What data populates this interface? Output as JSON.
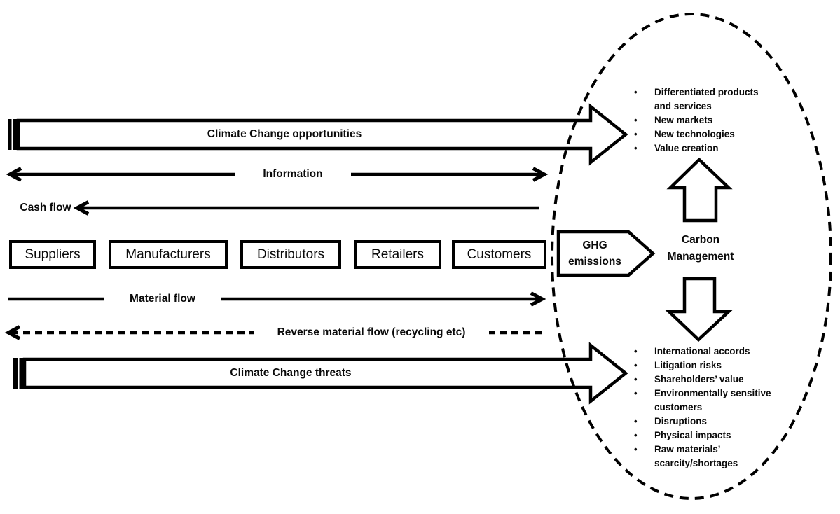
{
  "colors": {
    "ink": "#000000",
    "paper": "#ffffff"
  },
  "flows": {
    "opportunities_label": "Climate Change opportunities",
    "information_label": "Information",
    "cash_flow_label": "Cash flow",
    "material_flow_label": "Material flow",
    "reverse_material_flow_label": "Reverse material flow (recycling etc)",
    "threats_label": "Climate Change threats"
  },
  "supply_chain": {
    "nodes": [
      {
        "label": "Suppliers"
      },
      {
        "label": "Manufacturers"
      },
      {
        "label": "Distributors"
      },
      {
        "label": "Retailers"
      },
      {
        "label": "Customers"
      }
    ]
  },
  "carbon": {
    "ghg_arrow_line1": "GHG",
    "ghg_arrow_line2": "emissions",
    "management_line1": "Carbon",
    "management_line2": "Management",
    "opportunity_lines": [
      {
        "text": "Differentiated products",
        "bulleted": true
      },
      {
        "text": "and services",
        "bulleted": false
      },
      {
        "text": "New markets",
        "bulleted": true
      },
      {
        "text": "New technologies",
        "bulleted": true
      },
      {
        "text": "Value creation",
        "bulleted": true
      }
    ],
    "threat_lines": [
      {
        "text": "International accords",
        "bulleted": true
      },
      {
        "text": "Litigation risks",
        "bulleted": true
      },
      {
        "text": "Shareholders’ value",
        "bulleted": true
      },
      {
        "text": "Environmentally sensitive",
        "bulleted": true
      },
      {
        "text": "customers",
        "bulleted": false
      },
      {
        "text": "Disruptions",
        "bulleted": true
      },
      {
        "text": "Physical impacts",
        "bulleted": true
      },
      {
        "text": "Raw materials’",
        "bulleted": true
      },
      {
        "text": "scarcity/shortages",
        "bulleted": false
      }
    ]
  }
}
